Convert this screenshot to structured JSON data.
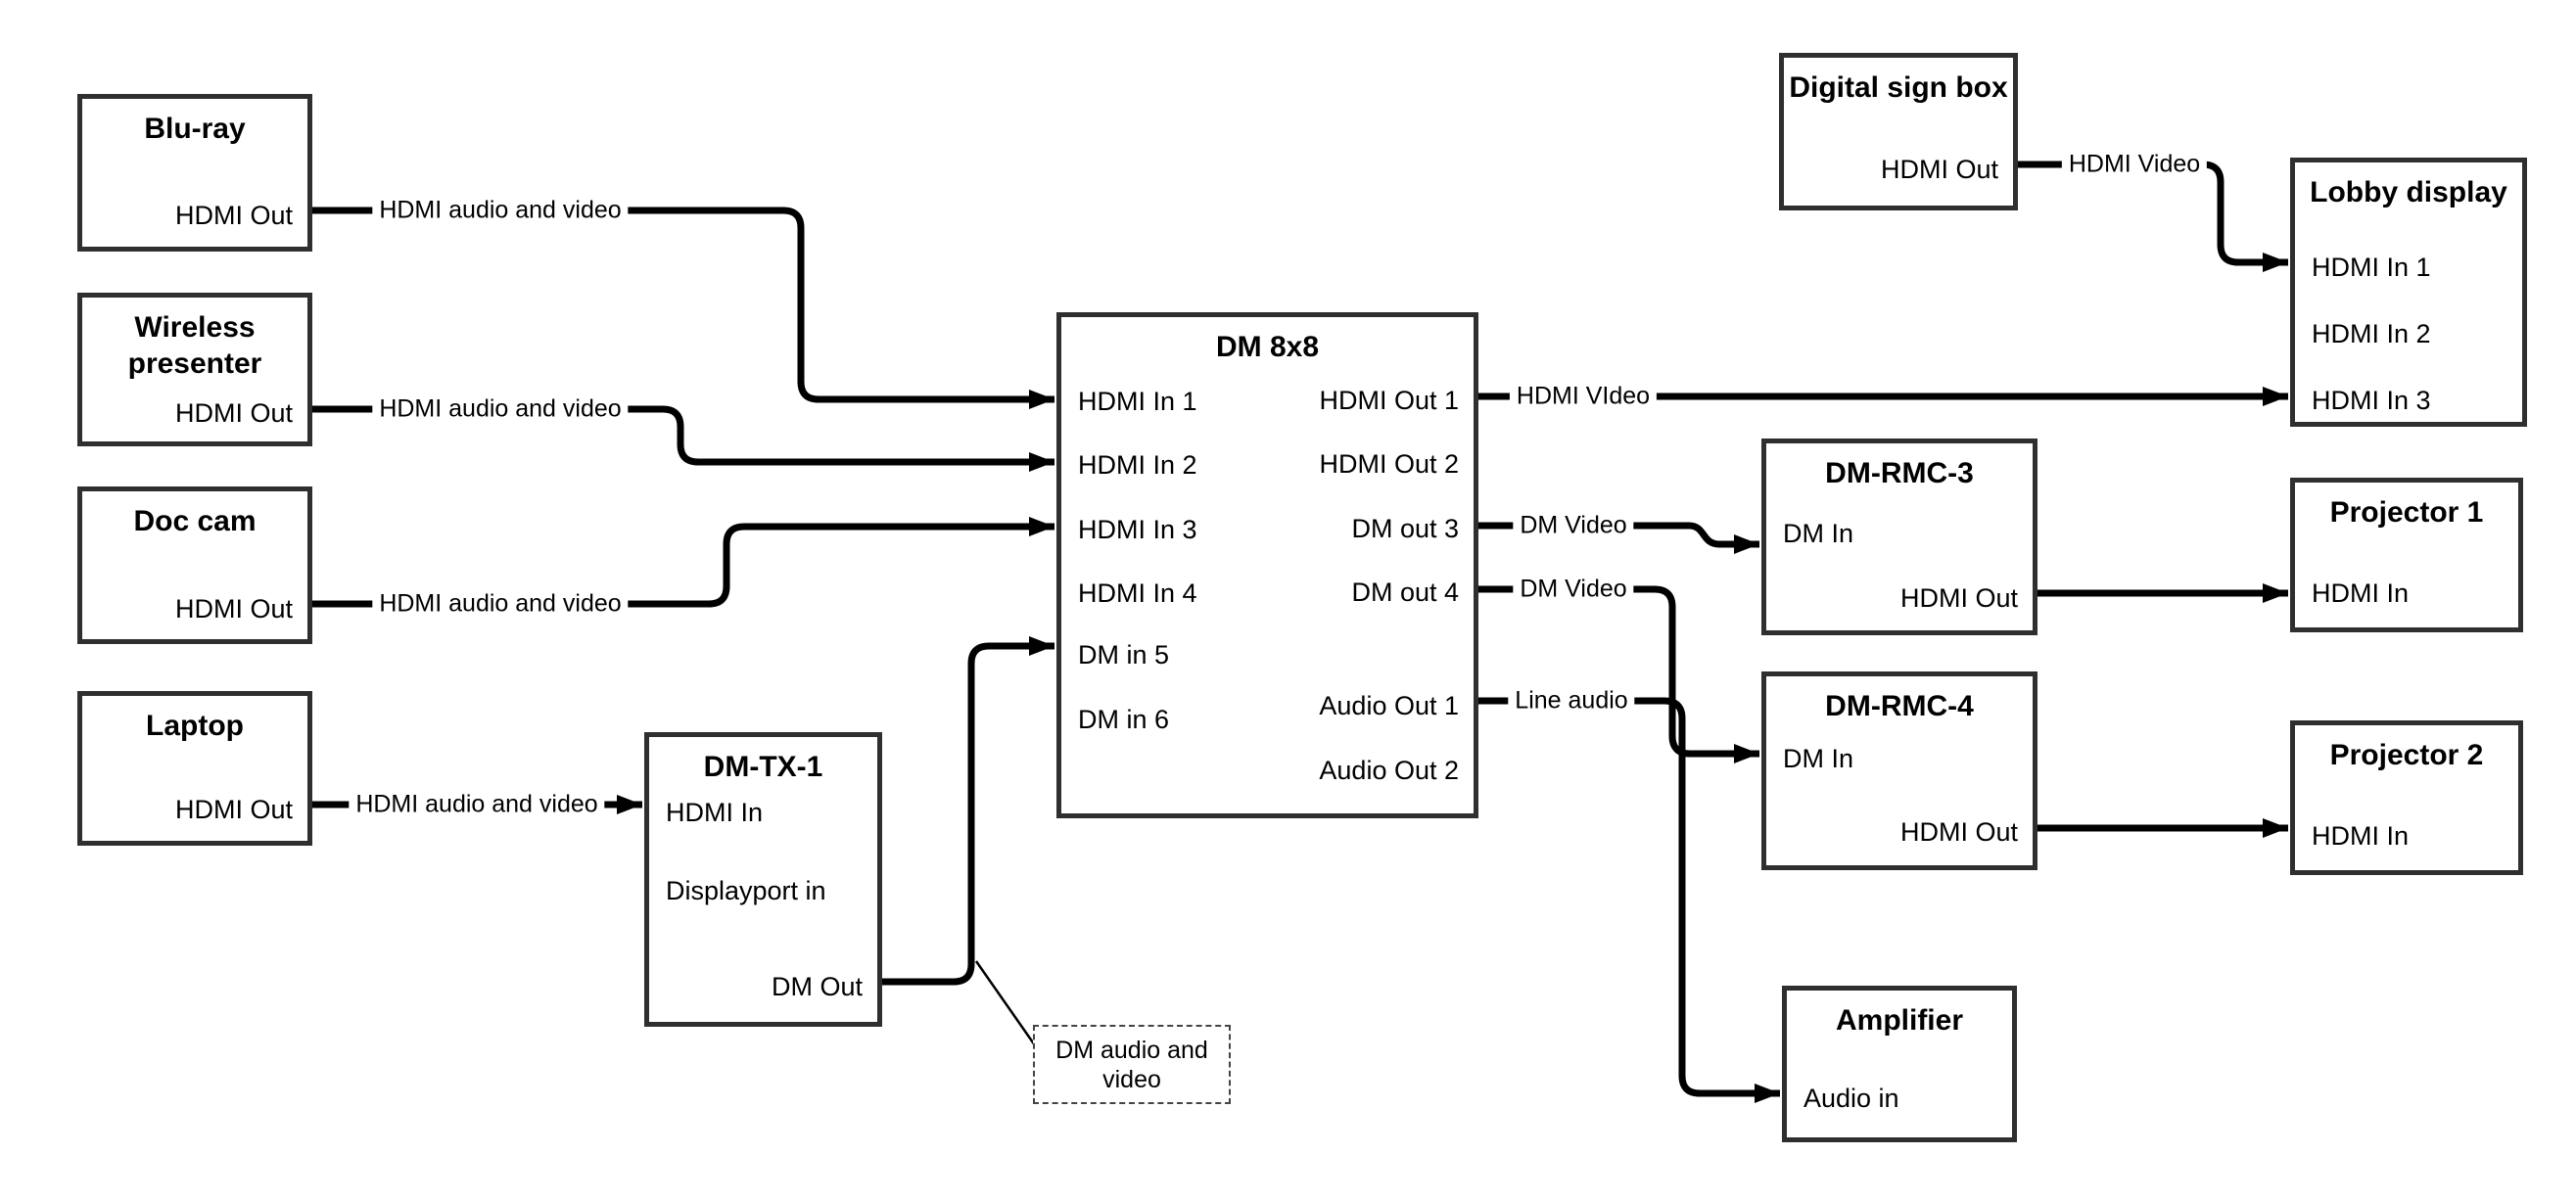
{
  "colors": {
    "wire": "#000000",
    "box_border": "#2f2f2f",
    "note_border": "#444444",
    "text": "#000000",
    "background": "#ffffff"
  },
  "nodes": {
    "bluray": {
      "title": "Blu-ray",
      "ports": {
        "hdmi_out": "HDMI Out"
      }
    },
    "wireless_presenter": {
      "title": "Wireless presenter",
      "ports": {
        "hdmi_out": "HDMI Out"
      }
    },
    "doc_cam": {
      "title": "Doc cam",
      "ports": {
        "hdmi_out": "HDMI Out"
      }
    },
    "laptop": {
      "title": "Laptop",
      "ports": {
        "hdmi_out": "HDMI Out"
      }
    },
    "dm_tx_1": {
      "title": "DM-TX-1",
      "ports": {
        "hdmi_in": "HDMI In",
        "displayport_in": "Displayport in",
        "dm_out": "DM Out"
      }
    },
    "dm_8x8": {
      "title": "DM 8x8",
      "ports": {
        "hdmi_in_1": "HDMI In 1",
        "hdmi_in_2": "HDMI In 2",
        "hdmi_in_3": "HDMI In 3",
        "hdmi_in_4": "HDMI In 4",
        "dm_in_5": "DM in 5",
        "dm_in_6": "DM in 6",
        "hdmi_out_1": "HDMI Out 1",
        "hdmi_out_2": "HDMI Out 2",
        "dm_out_3": "DM out 3",
        "dm_out_4": "DM out 4",
        "audio_out_1": "Audio Out 1",
        "audio_out_2": "Audio Out 2"
      }
    },
    "digital_sign_box": {
      "title": "Digital sign box",
      "ports": {
        "hdmi_out": "HDMI Out"
      }
    },
    "lobby_display": {
      "title": "Lobby display",
      "ports": {
        "hdmi_in_1": "HDMI In 1",
        "hdmi_in_2": "HDMI In 2",
        "hdmi_in_3": "HDMI In 3"
      }
    },
    "dm_rmc_3": {
      "title": "DM-RMC-3",
      "ports": {
        "dm_in": "DM In",
        "hdmi_out": "HDMI Out"
      }
    },
    "projector_1": {
      "title": "Projector 1",
      "ports": {
        "hdmi_in": "HDMI In"
      }
    },
    "dm_rmc_4": {
      "title": "DM-RMC-4",
      "ports": {
        "dm_in": "DM In",
        "hdmi_out": "HDMI Out"
      }
    },
    "projector_2": {
      "title": "Projector 2",
      "ports": {
        "hdmi_in": "HDMI In"
      }
    },
    "amplifier": {
      "title": "Amplifier",
      "ports": {
        "audio_in": "Audio in"
      }
    }
  },
  "wire_labels": {
    "bluray_to_dm8x8": "HDMI audio and video",
    "wireless_to_dm8x8": "HDMI audio and video",
    "doccam_to_dm8x8": "HDMI audio and video",
    "laptop_to_dmtx1": "HDMI audio and video",
    "hdmi_out_1": "HDMI VIdeo",
    "dm_out_3": "DM Video",
    "dm_out_4": "DM Video",
    "audio_out_1": "Line audio",
    "digital_sign": "HDMI Video",
    "note": "DM audio and video"
  }
}
